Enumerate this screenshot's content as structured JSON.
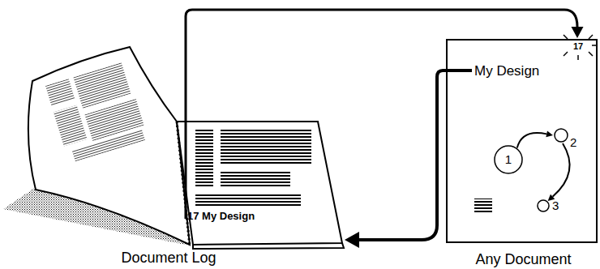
{
  "diagram": {
    "nodes": [
      {
        "text": [
          "17 My Design",
          "Document Log"
        ]
      },
      {
        "text": [
          "17",
          "My Design",
          "Any Document"
        ]
      },
      {
        "text": [
          "1"
        ],
        "in": 1
      },
      {
        "text": [
          "2"
        ],
        "in": 1
      },
      {
        "text": [
          "3"
        ],
        "in": 1
      }
    ],
    "edges": [
      {
        "from": 0,
        "to": 1,
        "arrow": "to"
      },
      {
        "from": 1,
        "to": 0,
        "arrow": "to"
      },
      {
        "from": 2,
        "to": 3,
        "arrow": "to"
      },
      {
        "from": 3,
        "to": 4,
        "arrow": "to"
      }
    ]
  }
}
